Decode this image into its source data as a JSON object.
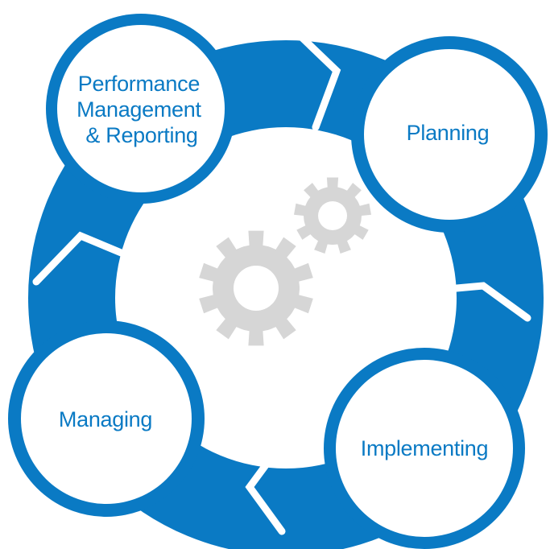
{
  "colors": {
    "ring": "#0a7ac4",
    "node_fill": "#ffffff",
    "node_border": "#0a7ac4",
    "label": "#0a7ac4",
    "gears": "#d6d6d6",
    "background": "#ffffff"
  },
  "cycle": {
    "nodes": [
      {
        "id": "performance",
        "lines": [
          "Performance",
          "Management",
          "& Reporting"
        ]
      },
      {
        "id": "planning",
        "lines": [
          "Planning"
        ]
      },
      {
        "id": "implementing",
        "lines": [
          "Implementing"
        ]
      },
      {
        "id": "managing",
        "lines": [
          "Managing"
        ]
      }
    ]
  },
  "center": {
    "icon": "gears-icon"
  }
}
